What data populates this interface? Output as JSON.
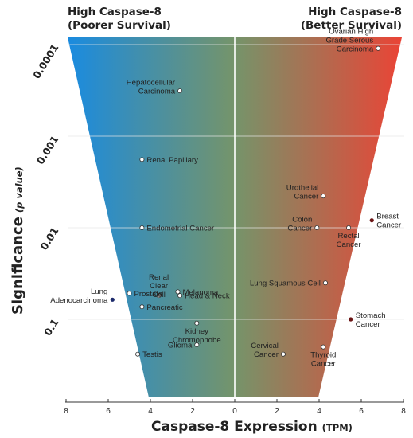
{
  "chart_data": {
    "type": "scatter",
    "title_left": [
      "High Caspase-8",
      "(Poorer Survival)"
    ],
    "title_right": [
      "High Caspase-8",
      "(Better Survival)"
    ],
    "xlabel": "Caspase-8 Expression",
    "xlabel_unit": "(TPM)",
    "ylabel": "Significance",
    "ylabel_sub": "(p value)",
    "x_ticks": [
      "8",
      "6",
      "4",
      "2",
      "0",
      "2",
      "4",
      "6",
      "8"
    ],
    "y_ticks": [
      "0.0001",
      "0.001",
      "0.01",
      "0.1"
    ],
    "xlim": [
      -8,
      8
    ],
    "y_scale": "log",
    "colors": {
      "left": "#1a8be0",
      "right": "#ea4436",
      "mid": "#75946a",
      "point_outside": "#6b1414",
      "point_outside_left": "#1c2a6b"
    },
    "points": [
      {
        "label": [
          "Ovarian High",
          "Grade Serous",
          "Carcinoma"
        ],
        "x": 6.8,
        "p": 0.00011,
        "anchor": "end",
        "inside": true
      },
      {
        "label": [
          "Hepatocellular",
          "Carcinoma"
        ],
        "x": -2.6,
        "p": 0.00032,
        "anchor": "end",
        "inside": true
      },
      {
        "label": [
          "Renal Papillary"
        ],
        "x": -4.4,
        "p": 0.0018,
        "anchor": "start",
        "inside": true
      },
      {
        "label": [
          "Urothelial",
          "Cancer"
        ],
        "x": 4.2,
        "p": 0.0045,
        "anchor": "end",
        "inside": true
      },
      {
        "label": [
          "Breast",
          "Cancer"
        ],
        "x": 6.5,
        "p": 0.0083,
        "anchor": "start",
        "inside": false
      },
      {
        "label": [
          "Endometrial Cancer"
        ],
        "x": -4.4,
        "p": 0.01,
        "anchor": "start",
        "inside": true
      },
      {
        "label": [
          "Colon",
          "Cancer"
        ],
        "x": 3.9,
        "p": 0.01,
        "anchor": "end",
        "inside": true
      },
      {
        "label": [
          "Rectal",
          "Cancer"
        ],
        "x": 5.4,
        "p": 0.01,
        "anchor": "middle",
        "inside": true
      },
      {
        "label": [
          "Lung Squamous Cell"
        ],
        "x": 4.3,
        "p": 0.04,
        "anchor": "end",
        "inside": true
      },
      {
        "label": [
          "Renal",
          "Clear",
          "Cell"
        ],
        "x": -3.6,
        "p": 0.055,
        "anchor": "middle",
        "inside": true
      },
      {
        "label": [
          "Melanoma"
        ],
        "x": -2.7,
        "p": 0.05,
        "anchor": "start",
        "inside": true
      },
      {
        "label": [
          "Head & Neck"
        ],
        "x": -2.6,
        "p": 0.055,
        "anchor": "start",
        "inside": true
      },
      {
        "label": [
          "Prostate"
        ],
        "x": -5.0,
        "p": 0.052,
        "anchor": "start",
        "inside": true
      },
      {
        "label": [
          "Lung",
          "Adenocarcinoma"
        ],
        "x": -5.8,
        "p": 0.061,
        "anchor": "end",
        "inside": false
      },
      {
        "label": [
          "Pancreatic"
        ],
        "x": -4.4,
        "p": 0.073,
        "anchor": "start",
        "inside": true
      },
      {
        "label": [
          "Stomach",
          "Cancer"
        ],
        "x": 5.5,
        "p": 0.1,
        "anchor": "start",
        "inside": false
      },
      {
        "label": [
          "Kidney",
          "Chromophobe"
        ],
        "x": -1.8,
        "p": 0.11,
        "anchor": "middle",
        "inside": true
      },
      {
        "label": [
          "Thyroid",
          "Cancer"
        ],
        "x": 4.2,
        "p": 0.2,
        "anchor": "middle",
        "inside": true
      },
      {
        "label": [
          "Glioma"
        ],
        "x": -1.8,
        "p": 0.19,
        "anchor": "end",
        "inside": true
      },
      {
        "label": [
          "Testis"
        ],
        "x": -4.6,
        "p": 0.24,
        "anchor": "start",
        "inside": true
      },
      {
        "label": [
          "Cervical",
          "Cancer"
        ],
        "x": 2.3,
        "p": 0.24,
        "anchor": "end",
        "inside": true
      }
    ]
  }
}
